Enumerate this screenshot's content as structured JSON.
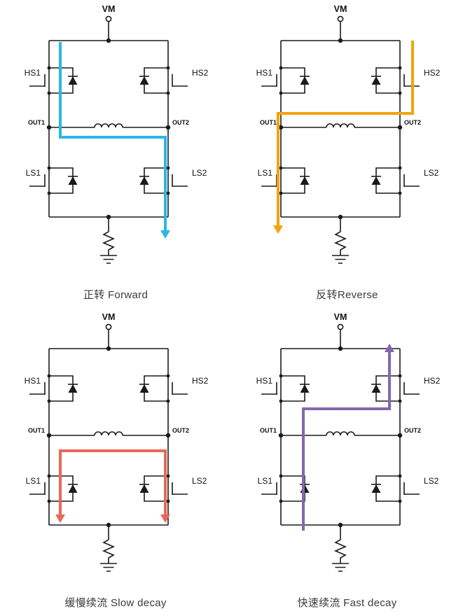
{
  "page": {
    "background": "#ffffff",
    "line_color": "#1a1a1a"
  },
  "labels": {
    "vm": "VM",
    "hs1": "HS1",
    "hs2": "HS2",
    "ls1": "LS1",
    "ls2": "LS2",
    "out1": "OUT1",
    "out2": "OUT2"
  },
  "panels": [
    {
      "id": "forward",
      "caption": "正转 Forward",
      "path_color": "#29b7e5",
      "path_route": "VM > HS1 > OUT1 > load > OUT2 > LS2 > sense resistor"
    },
    {
      "id": "reverse",
      "caption": "反转Reverse",
      "path_color": "#f2a30d",
      "path_route": "VM > HS2 > OUT2 > load > OUT1 > LS1 > sense resistor"
    },
    {
      "id": "slow-decay",
      "caption": "缓慢续流 Slow decay",
      "path_color": "#e8685b",
      "path_route": "load current recirculates through LS1 and LS2"
    },
    {
      "id": "fast-decay",
      "caption": "快速续流 Fast decay",
      "path_color": "#8566ad",
      "path_route": "ground > LS1 > load > HS2 > VM"
    }
  ]
}
